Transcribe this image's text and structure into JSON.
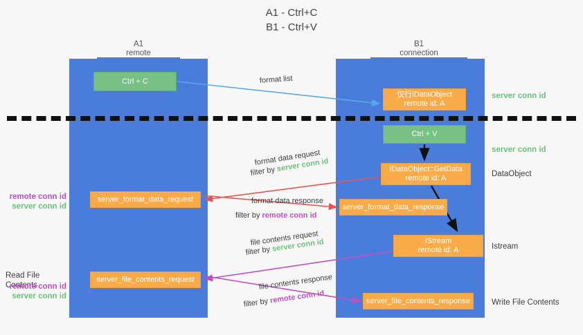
{
  "title": {
    "line1": "A1 - Ctrl+C",
    "line2": "B1 - Ctrl+V"
  },
  "lanes": [
    {
      "name": "A1",
      "sub": "remote",
      "color": "#4a7ddb"
    },
    {
      "name": "B1",
      "sub": "connection",
      "color": "#4a7ddb"
    }
  ],
  "boxes": {
    "ctrl_c": {
      "line1": "Ctrl + C",
      "color": "#76c183"
    },
    "idataobject": {
      "line1": "仅行IDataObject",
      "line2": "remote id: A",
      "color": "#f9ab49"
    },
    "ctrl_v": {
      "line1": "Ctrl + V",
      "color": "#76c183"
    },
    "getdata": {
      "line1": "IDataObject::GetData",
      "line2": "remote id: A",
      "color": "#f9ab49"
    },
    "istream": {
      "line1": "IStream",
      "line2": "remote id: A",
      "color": "#f9ab49"
    },
    "server_format_data_request": {
      "line1": "server_format_data_request",
      "color": "#f9ab49"
    },
    "server_format_data_response": {
      "line1": "server_format_data_response",
      "color": "#f9ab49"
    },
    "server_file_contents_request": {
      "line1": "server_file_contents_request",
      "color": "#f9ab49"
    },
    "server_file_contents_response": {
      "line1": "server_file_contents_response",
      "color": "#f9ab49"
    }
  },
  "side_labels": {
    "server_conn_id_1": "server conn id",
    "server_conn_id_2": "server conn id",
    "dataobject": "DataObject",
    "istream": "Istream",
    "write_file_contents": "Write File Contents"
  },
  "left_labels": {
    "remote_conn_id_1": "remote conn id",
    "server_conn_id_1": "server conn id",
    "read_file_contents": "Read File Contents",
    "remote_conn_id_2": "remote conn id",
    "server_conn_id_2": "server conn id"
  },
  "captions": {
    "format_list": "format list",
    "format_data_request": "format data request",
    "filter_by_prefix": "filter by ",
    "server_conn_id": "server conn id",
    "format_data_response": "format data response",
    "remote_conn_id": "remote conn id",
    "file_contents_request": "file contents request",
    "file_contents_response": "file contents response"
  },
  "colors": {
    "lane_blue": "#4a7ddb",
    "box_orange": "#f9ab49",
    "box_green": "#76c183",
    "arrow_blue": "#5aa9e6",
    "arrow_red": "#e8544f",
    "arrow_magenta": "#c050c0",
    "arrow_black": "#111111",
    "text_green": "#6cc17e",
    "text_magenta": "#c050c0",
    "background": "#f7f7f7"
  }
}
